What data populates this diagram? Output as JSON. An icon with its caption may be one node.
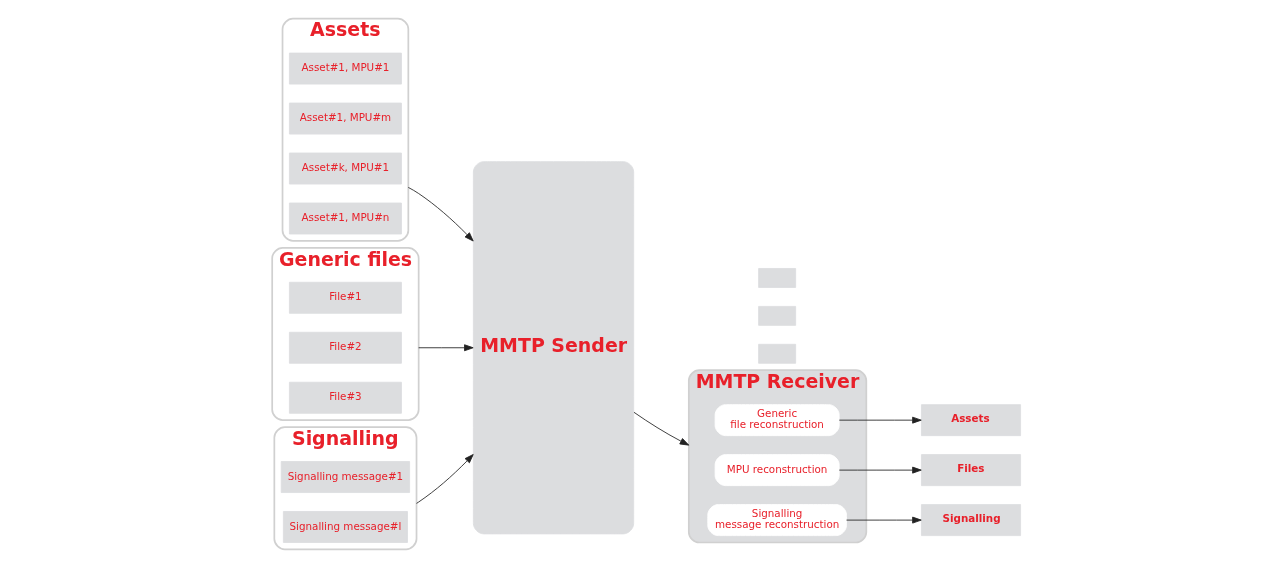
{
  "diagram": {
    "nodes": [
      {
        "text": [
          "Assets"
        ]
      },
      {
        "text": [
          "Asset#1, MPU#1"
        ],
        "in": 0
      },
      {
        "text": [
          "Asset#1, MPU#m"
        ],
        "in": 0
      },
      {
        "text": [
          "Asset#k, MPU#1"
        ],
        "in": 0
      },
      {
        "text": [
          "Asset#1, MPU#n"
        ],
        "in": 0
      },
      {
        "text": [
          "Generic files"
        ]
      },
      {
        "text": [
          "File#1"
        ],
        "in": 5
      },
      {
        "text": [
          "File#2"
        ],
        "in": 5
      },
      {
        "text": [
          "File#3"
        ],
        "in": 5
      },
      {
        "text": [
          "Signalling"
        ]
      },
      {
        "text": [
          "Signalling message#1"
        ],
        "in": 9
      },
      {
        "text": [
          "Signalling message#l"
        ],
        "in": 9
      },
      {
        "text": [
          "MMTP Sender"
        ]
      },
      {
        "text": [],
        "shape": "box"
      },
      {
        "text": [],
        "shape": "box"
      },
      {
        "text": [],
        "shape": "box"
      },
      {
        "text": [
          "MMTP Receiver"
        ]
      },
      {
        "text": [
          "Generic file reconstruction"
        ],
        "in": 16
      },
      {
        "text": [
          "MPU reconstruction"
        ],
        "in": 16
      },
      {
        "text": [
          "Signalling message reconstruction"
        ],
        "in": 16
      },
      {
        "text": [
          "Assets"
        ]
      },
      {
        "text": [
          "Files"
        ]
      },
      {
        "text": [
          "Signalling"
        ]
      }
    ],
    "edges": [
      {
        "from": 0,
        "to": 12,
        "arrow": "to"
      },
      {
        "from": 5,
        "to": 12,
        "arrow": "to"
      },
      {
        "from": 9,
        "to": 12,
        "arrow": "to"
      },
      {
        "from": 12,
        "to": 16,
        "arrow": "to"
      },
      {
        "from": 17,
        "to": 20,
        "arrow": "to"
      },
      {
        "from": 18,
        "to": 21,
        "arrow": "to"
      },
      {
        "from": 19,
        "to": 22,
        "arrow": "to"
      }
    ]
  }
}
